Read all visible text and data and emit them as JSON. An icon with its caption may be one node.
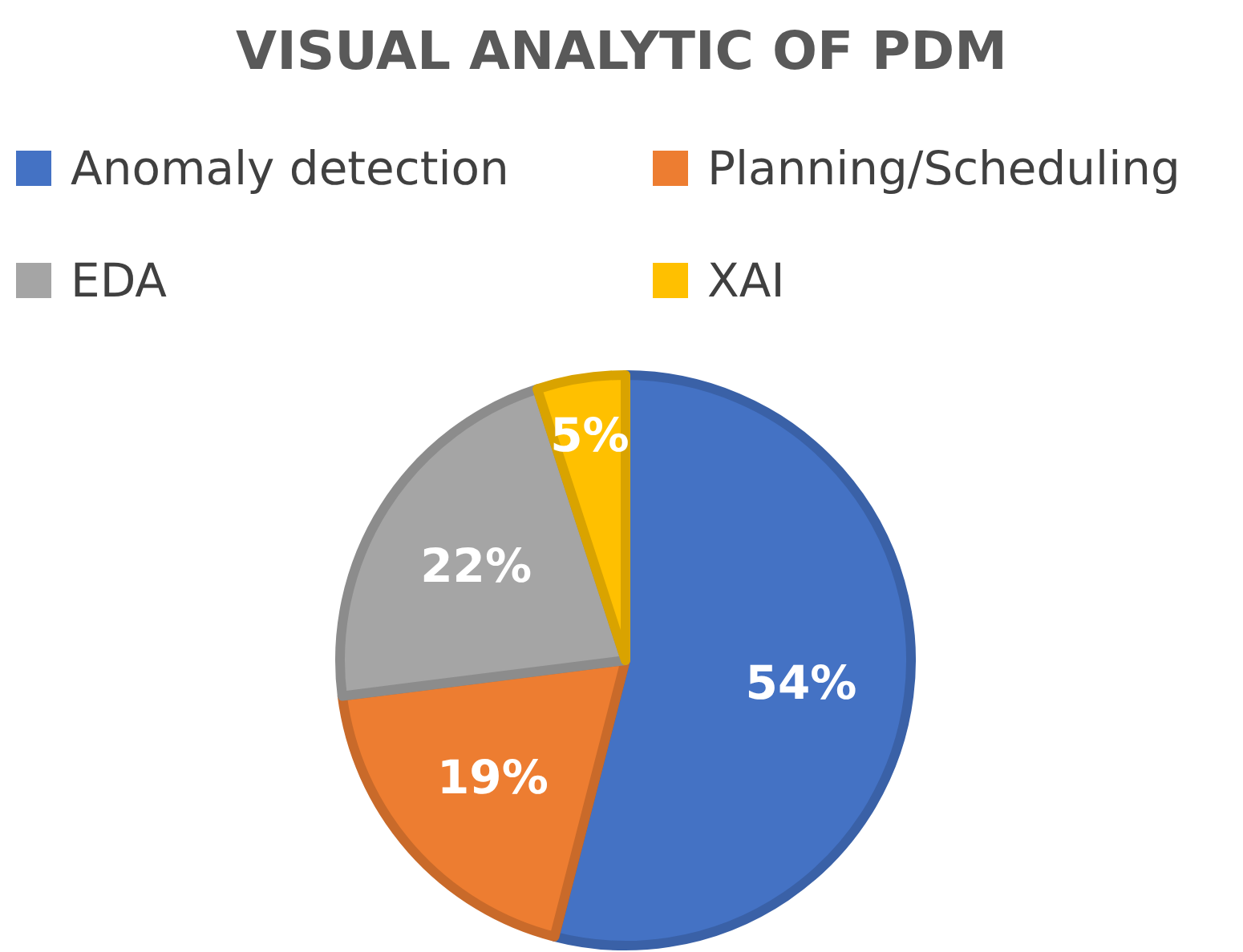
{
  "diagram": {
    "title": "VISUAL ANALYTIC OF PDM",
    "chart_data": {
      "type": "pie",
      "categories": [
        "Anomaly detection",
        "Planning/Scheduling",
        "EDA",
        "XAI"
      ],
      "values": [
        54,
        19,
        22,
        5
      ],
      "colors": [
        "#4472c4",
        "#ed7d31",
        "#a5a5a5",
        "#ffc000"
      ],
      "value_labels": [
        "54%",
        "19%",
        "22%",
        "5%"
      ],
      "legend": "top"
    }
  }
}
